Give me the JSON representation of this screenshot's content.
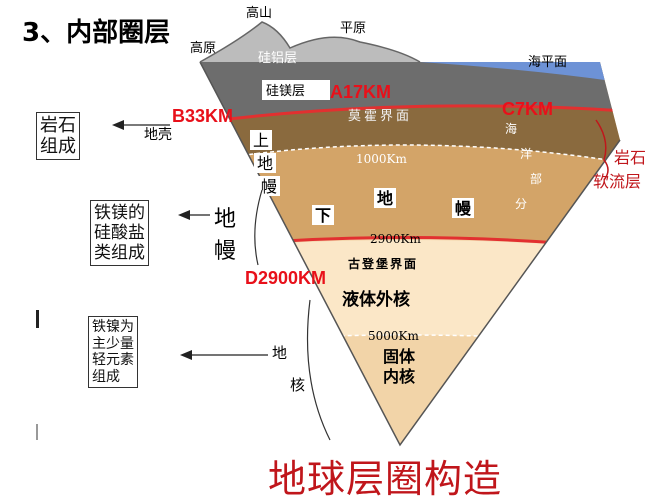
{
  "heading": "3、内部圈层",
  "caption_bottom": "地球层圈构造",
  "surface": {
    "high_mountain": "高山",
    "plateau": "高原",
    "plain": "平原",
    "sea_level": "海平面",
    "sial": "硅铝层",
    "sima": "硅镁层"
  },
  "interior": {
    "moho": "莫霍界面",
    "upper_mantle": [
      "上",
      "地",
      "幔"
    ],
    "lower_mantle": [
      "下",
      "地",
      "幔"
    ],
    "depth_1000": "1000Km",
    "depth_2900": "2900Km",
    "depth_5000": "5000Km",
    "gutenberg": "古登堡界面",
    "outer_core": "液体外核",
    "inner_core": [
      "固体",
      "内核"
    ],
    "ocean_labels": [
      "海",
      "洋",
      "部",
      "分"
    ]
  },
  "markers": {
    "A": "A17KM",
    "B": "B33KM",
    "C": "C7KM",
    "D": "D2900KM"
  },
  "side": {
    "crust": "地壳",
    "mantle": "地幔",
    "core": "地核",
    "box_crust": [
      "岩石",
      "组成"
    ],
    "box_mantle": [
      "铁镁的",
      "硅酸盐",
      "类组成"
    ],
    "box_core": [
      "铁镍为",
      "主少量",
      "轻元素",
      "组成"
    ],
    "right_lithosphere": "岩石",
    "right_asthenosphere": "软流层"
  },
  "colors": {
    "marker_red": "#e8101a",
    "title_red": "#c0161b",
    "lower_mantle": "#d3a468",
    "upper_mantle": "#8a6a3e",
    "inner_core": "#f2d4a8"
  }
}
